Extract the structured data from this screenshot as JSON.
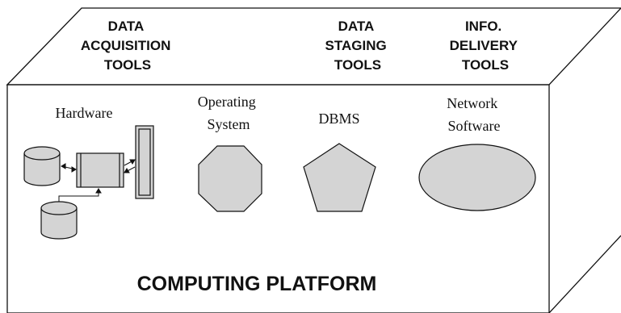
{
  "top_labels": [
    {
      "lines": [
        "DATA",
        "ACQUISITION",
        "TOOLS"
      ]
    },
    {
      "lines": [
        "DATA",
        "STAGING",
        "TOOLS"
      ]
    },
    {
      "lines": [
        "INFO.",
        "DELIVERY",
        "TOOLS"
      ]
    }
  ],
  "components": {
    "hardware": {
      "lines": [
        "Hardware"
      ]
    },
    "operating_system": {
      "lines": [
        "Operating",
        "System"
      ]
    },
    "dbms": {
      "lines": [
        "DBMS"
      ]
    },
    "network_software": {
      "lines": [
        "Network",
        "Software"
      ]
    }
  },
  "platform_label": "COMPUTING PLATFORM",
  "colors": {
    "shape_fill": "#d4d4d4",
    "line": "#111111",
    "background": "#ffffff"
  }
}
